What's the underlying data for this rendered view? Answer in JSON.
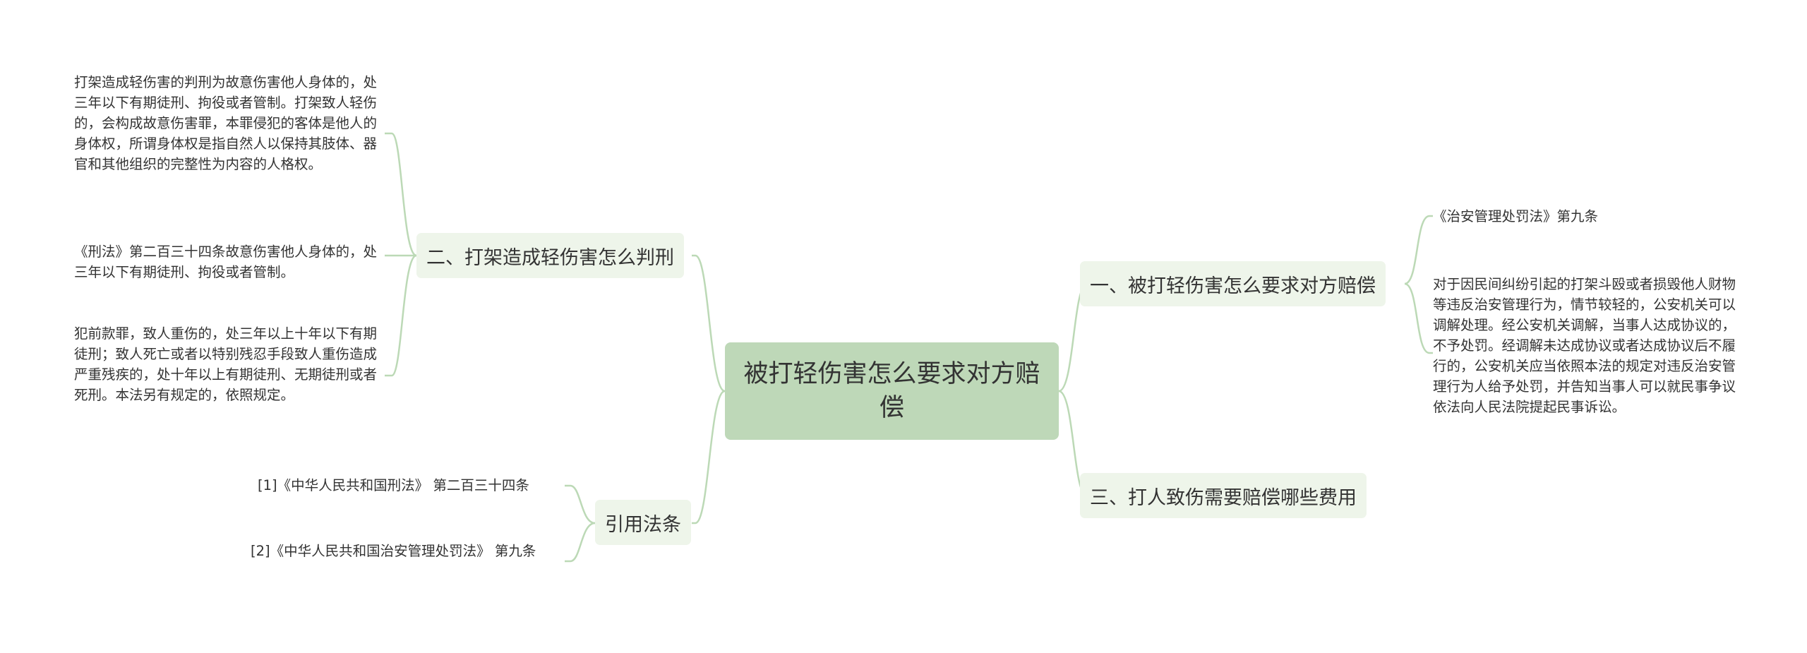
{
  "root": {
    "label": "被打轻伤害怎么要求对方赔偿"
  },
  "branches": {
    "b1": {
      "label": "一、被打轻伤害怎么要求对方赔偿"
    },
    "b2": {
      "label": "二、打架造成轻伤害怎么判刑"
    },
    "b3": {
      "label": "三、打人致伤需要赔偿哪些费用"
    },
    "b4": {
      "label": "引用法条"
    }
  },
  "leaves": {
    "b1_1": "《治安管理处罚法》第九条",
    "b1_2": "对于因民间纠纷引起的打架斗殴或者损毁他人财物等违反治安管理行为，情节较轻的，公安机关可以调解处理。经公安机关调解，当事人达成协议的，不予处罚。经调解未达成协议或者达成协议后不履行的，公安机关应当依照本法的规定对违反治安管理行为人给予处罚，并告知当事人可以就民事争议依法向人民法院提起民事诉讼。",
    "b2_1": "打架造成轻伤害的判刑为故意伤害他人身体的，处三年以下有期徒刑、拘役或者管制。打架致人轻伤的，会构成故意伤害罪，本罪侵犯的客体是他人的身体权，所谓身体权是指自然人以保持其肢体、器官和其他组织的完整性为内容的人格权。",
    "b2_2": "《刑法》第二百三十四条故意伤害他人身体的，处三年以下有期徒刑、拘役或者管制。",
    "b2_3": "犯前款罪，致人重伤的，处三年以上十年以下有期徒刑；致人死亡或者以特别残忍手段致人重伤造成严重残疾的，处十年以上有期徒刑、无期徒刑或者死刑。本法另有规定的，依照规定。",
    "b4_1": "[1]《中华人民共和国刑法》 第二百三十四条",
    "b4_2": "[2]《中华人民共和国治安管理处罚法》 第九条"
  },
  "colors": {
    "line": "#bcd9b6",
    "root_fill": "#bed8b8",
    "branch_fill": "#eef5ea",
    "text": "#333333"
  }
}
